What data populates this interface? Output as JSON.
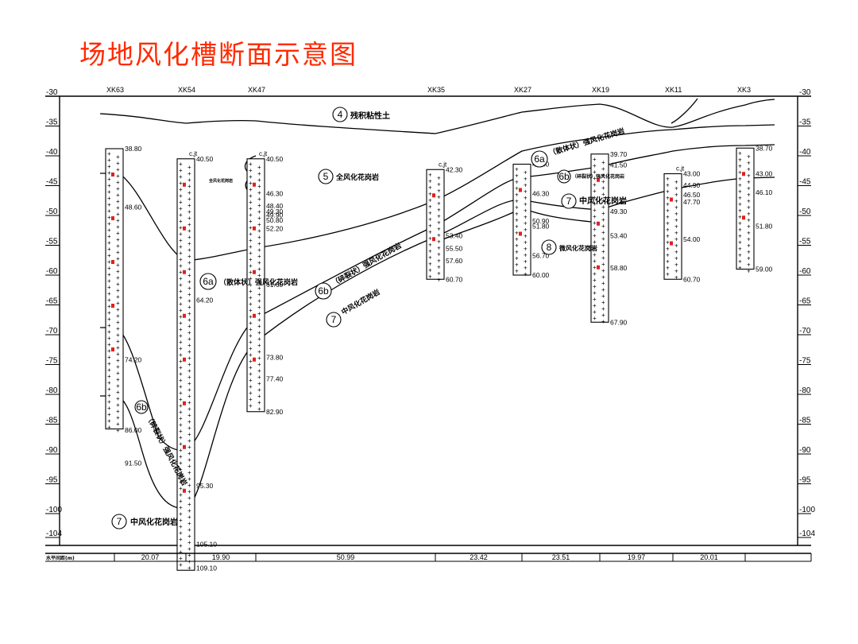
{
  "title": "场地风化槽断面示意图",
  "elev_ticks": [
    "-30",
    "-35",
    "-40",
    "-45",
    "-50",
    "-55",
    "-60",
    "-65",
    "-70",
    "-75",
    "-80",
    "-85",
    "-90",
    "-95",
    "-100",
    "-104"
  ],
  "boreholes": [
    {
      "id": "XK63",
      "top": 38.8,
      "bottom": 85.8,
      "marks": [
        "38.80",
        "48.60",
        "74.20",
        "86.00",
        "91.50"
      ],
      "cjt": false
    },
    {
      "id": "XK54",
      "top": 40.5,
      "bottom": 109.5,
      "marks": [
        "40.50",
        "64.20",
        "95.30",
        "105.10",
        "109.10"
      ],
      "cjt": true
    },
    {
      "id": "XK47",
      "top": 40.5,
      "bottom": 82.9,
      "marks": [
        "40.50",
        "46.30",
        "48.40",
        "49.30",
        "49.90",
        "50.80",
        "52.20",
        "61.60",
        "73.80",
        "77.40",
        "82.90"
      ],
      "cjt": true
    },
    {
      "id": "XK35",
      "top": 42.3,
      "bottom": 60.7,
      "marks": [
        "42.30",
        "53.40",
        "55.50",
        "57.60",
        "60.70"
      ],
      "cjt": true
    },
    {
      "id": "XK27",
      "top": 41.4,
      "bottom": 60.0,
      "marks": [
        "41.40",
        "46.30",
        "50.90",
        "51.80",
        "56.70",
        "60.00"
      ],
      "cjt": false
    },
    {
      "id": "XK19",
      "top": 39.7,
      "bottom": 67.9,
      "marks": [
        "39.70",
        "41.50",
        "49.30",
        "53.40",
        "58.80",
        "67.90"
      ],
      "cjt": false
    },
    {
      "id": "XK11",
      "top": 43.0,
      "bottom": 60.7,
      "marks": [
        "43.00",
        "44.90",
        "46.50",
        "47.70",
        "54.00",
        "60.70"
      ],
      "cjt": true
    },
    {
      "id": "XK3",
      "top": 38.7,
      "bottom": 59.0,
      "marks": [
        "38.70",
        "43.00",
        "46.10",
        "51.80",
        "59.00"
      ],
      "cjt": false
    }
  ],
  "cjt_label": "c,jt",
  "distances": [
    "20.07",
    "19.90",
    "50.99",
    "23.42",
    "23.51",
    "19.97",
    "20.01"
  ],
  "distance_label": "水平间距(m)",
  "layers": {
    "l4": {
      "num": "4",
      "name": "残积粘性土"
    },
    "l5": {
      "num": "5",
      "name": "全风化花岗岩"
    },
    "l6a_left": {
      "num": "6a",
      "name": "（散体状）强风化花岗岩"
    },
    "l6b_mid": {
      "num": "6b",
      "name": "（碎裂状）强风化花岗岩"
    },
    "l7_mid": {
      "num": "7",
      "name": "中风化花岗岩"
    },
    "l6b_left": {
      "num": "6b",
      "name": "（碎裂状）强风化花岗岩"
    },
    "l7_left": {
      "num": "7",
      "name": "中风化花岗岩"
    },
    "l6a_right": {
      "num": "6a",
      "name": "（散体状）强风化花岗岩"
    },
    "l6b_right": {
      "num": "6b",
      "name": "（碎裂状）强风化花岗岩"
    },
    "l7_right": {
      "num": "7",
      "name": "中风化花岗岩"
    },
    "l8": {
      "num": "8",
      "name": "微风化花岗岩"
    },
    "l5_small": {
      "name": "全风化花岗岩"
    }
  },
  "colors": {
    "title": "#ff2a00",
    "marker": "#e02020",
    "line": "#000000"
  }
}
